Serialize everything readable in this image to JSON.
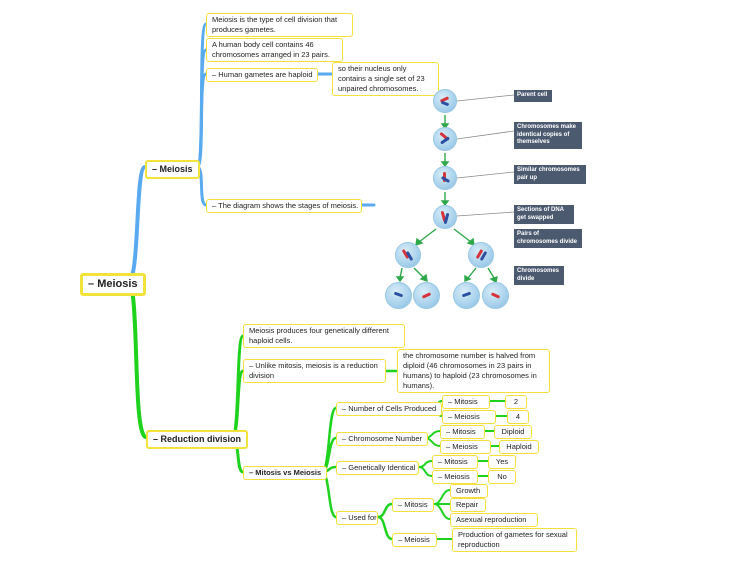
{
  "root": {
    "label": "Meiosis"
  },
  "meiosis": {
    "label": "Meiosis",
    "facts": [
      "Meiosis is the type of cell division that produces gametes.",
      "A human body cell contains 46 chromosomes arranged in 23 pairs."
    ],
    "haploid": {
      "label": "Human gametes are haploid",
      "detail": "so their nucleus only contains a single set of 23 unpaired chromosomes."
    },
    "diagram_note": "The diagram shows the stages of meiosis."
  },
  "diagram": {
    "labels": [
      "Parent cell",
      "Chromosomes make identical copies of themselves",
      "Similar chromosomes pair up",
      "Sections of DNA get swapped",
      "Pairs of chromosomes divide",
      "Chromosomes divide"
    ]
  },
  "reduction": {
    "label": "Reduction division",
    "facts": [
      "Meiosis produces four genetically different haploid cells."
    ],
    "unlike": {
      "label": "Unlike mitosis, meiosis is a reduction division",
      "detail": "the chromosome number is halved from diploid (46 chromosomes in 23 pairs in humans) to haploid (23 chromosomes in humans)."
    },
    "vs": {
      "label": "Mitosis vs Meiosis",
      "cells_produced": {
        "label": "Number of Cells Produced",
        "mitosis": "Mitosis",
        "mitosis_val": "2",
        "meiosis": "Meiosis",
        "meiosis_val": "4"
      },
      "chromosome_number": {
        "label": "Chromosome Number",
        "mitosis": "Mitosis",
        "mitosis_val": "Diploid",
        "meiosis": "Meiosis",
        "meiosis_val": "Haploid"
      },
      "identical": {
        "label": "Genetically Identical",
        "mitosis": "Mitosis",
        "mitosis_val": "Yes",
        "meiosis": "Meiosis",
        "meiosis_val": "No"
      },
      "used_for": {
        "label": "Used for",
        "mitosis": "Mitosis",
        "mitosis_uses": [
          "Growth",
          "Repair",
          "Asexual reproduction"
        ],
        "meiosis": "Meiosis",
        "meiosis_use": "Production of gametes for sexual reproduction"
      }
    }
  },
  "colors": {
    "blue_branch": "#5aaaf0",
    "green_branch": "#1ed21e",
    "node_border": "#f4df3c",
    "label_bg": "#4c5a70",
    "arrow": "#2ea84a"
  }
}
